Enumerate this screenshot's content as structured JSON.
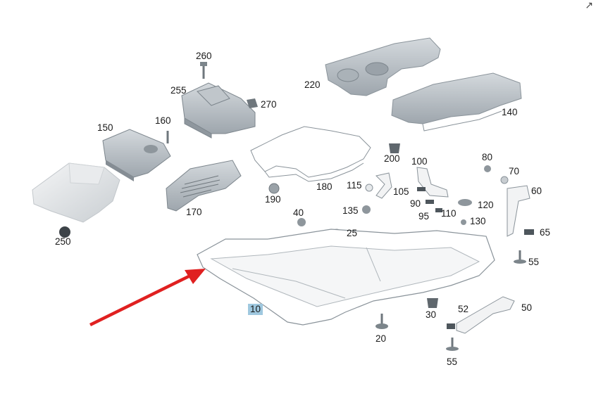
{
  "diagram": {
    "labels": {
      "p260": "260",
      "p255": "255",
      "p270": "270",
      "p220": "220",
      "p140": "140",
      "p150": "150",
      "p160": "160",
      "p200": "200",
      "p100": "100",
      "p80": "80",
      "p70": "70",
      "p60": "60",
      "p115": "115",
      "p105": "105",
      "p90": "90",
      "p120": "120",
      "p180": "180",
      "p190": "190",
      "p170": "170",
      "p135": "135",
      "p95": "95",
      "p110": "110",
      "p130": "130",
      "p40": "40",
      "p25": "25",
      "p65": "65",
      "p250": "250",
      "p55a": "55",
      "p10": "10",
      "p50": "50",
      "p52": "52",
      "p30": "30",
      "p20": "20",
      "p55b": "55"
    },
    "highlight_color": "#9fc8df",
    "arrow_color": "#e02020",
    "part_color": "#b9c0c6"
  },
  "icons": {
    "external_link": "↗"
  }
}
